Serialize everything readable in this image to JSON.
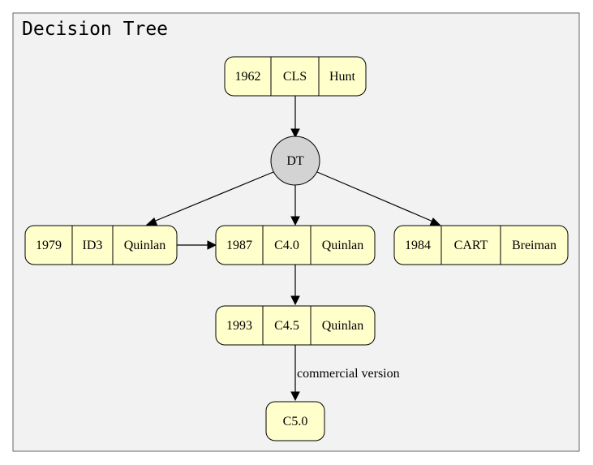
{
  "cluster": {
    "title": "Decision Tree"
  },
  "nodes": {
    "cls": {
      "year": "1962",
      "name": "CLS",
      "author": "Hunt"
    },
    "dt": {
      "label": "DT"
    },
    "id3": {
      "year": "1979",
      "name": "ID3",
      "author": "Quinlan"
    },
    "c40": {
      "year": "1987",
      "name": "C4.0",
      "author": "Quinlan"
    },
    "cart": {
      "year": "1984",
      "name": "CART",
      "author": "Breiman"
    },
    "c45": {
      "year": "1993",
      "name": "C4.5",
      "author": "Quinlan"
    },
    "c50": {
      "label": "C5.0"
    }
  },
  "edges": {
    "c45_c50_label": "commercial version"
  },
  "colors": {
    "node_fill": "#ffffcc",
    "circle_fill": "#d3d3d3",
    "cluster_fill": "#f2f2f2",
    "cluster_border": "#666666"
  }
}
